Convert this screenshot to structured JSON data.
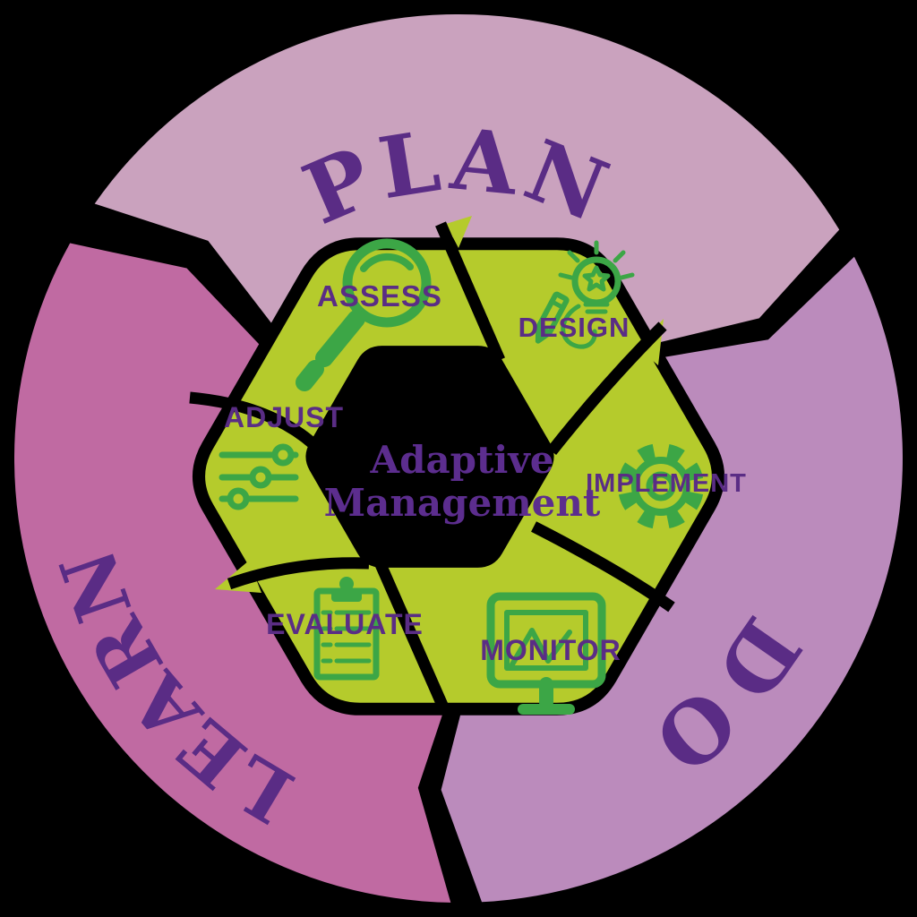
{
  "diagram_title": {
    "line1": "Adaptive",
    "line2": "Management"
  },
  "outer_cycle": [
    {
      "id": "plan",
      "label": "PLAN",
      "color": "#caa2be"
    },
    {
      "id": "do",
      "label": "DO",
      "color": "#bb8bbc"
    },
    {
      "id": "learn",
      "label": "LEARN",
      "color": "#c06aa2"
    }
  ],
  "inner_cycle": {
    "ring_color": "#b5cb2c",
    "segments": [
      {
        "id": "assess",
        "label": "ASSESS",
        "icon": "magnifier-icon"
      },
      {
        "id": "design",
        "label": "DESIGN",
        "icon": "lightbulb-pencil-icon"
      },
      {
        "id": "implement",
        "label": "IMPLEMENT",
        "icon": "gear-icon"
      },
      {
        "id": "monitor",
        "label": "MONITOR",
        "icon": "monitor-chart-icon"
      },
      {
        "id": "evaluate",
        "label": "EVALUATE",
        "icon": "clipboard-checklist-icon"
      },
      {
        "id": "adjust",
        "label": "ADJUST",
        "icon": "sliders-icon"
      }
    ]
  },
  "colors": {
    "background": "#000000",
    "label_purple": "#5a2d85",
    "outer_text_purple": "#5a2c85",
    "center_text_purple": "#5c2d8e",
    "icon_green": "#3ca646",
    "ring_green": "#b5cb2c"
  }
}
